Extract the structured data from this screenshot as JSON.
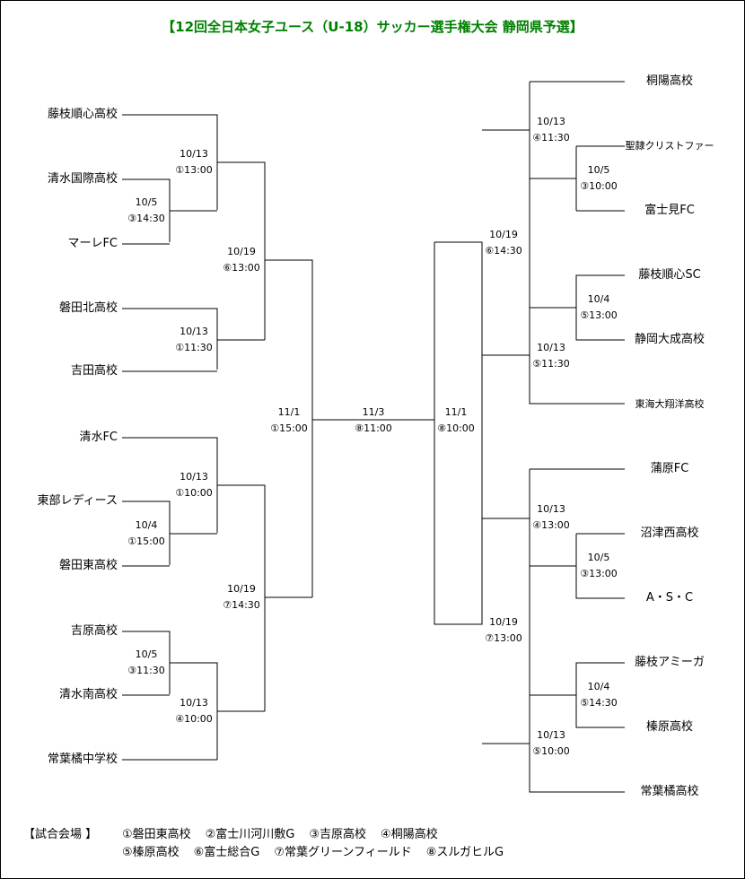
{
  "title": "【12回全日本女子ユース（U-18）サッカー選手権大会 静岡県予選】",
  "left_teams": [
    "藤枝順心高校",
    "清水国際高校",
    "マーレFC",
    "磐田北高校",
    "吉田高校",
    "清水FC",
    "東部レディース",
    "磐田東高校",
    "吉原高校",
    "清水南高校",
    "常葉橘中学校"
  ],
  "right_teams": [
    "桐陽高校",
    "聖隷クリストファー",
    "富士見FC",
    "藤枝順心SC",
    "静岡大成高校",
    "東海大翔洋高校",
    "蒲原FC",
    "沼津西高校",
    "A・S・C",
    "藤枝アミーガ",
    "榛原高校",
    "常葉橘高校"
  ],
  "matches": {
    "L1": {
      "date": "10/13",
      "time": "①13:00"
    },
    "L2": {
      "date": "10/5",
      "time": "③14:30"
    },
    "L3": {
      "date": "10/19",
      "time": "⑥13:00"
    },
    "L4": {
      "date": "10/13",
      "time": "①11:30"
    },
    "L5": {
      "date": "10/13",
      "time": "①10:00"
    },
    "L6": {
      "date": "10/4",
      "time": "①15:00"
    },
    "L7": {
      "date": "10/19",
      "time": "⑦14:30"
    },
    "L8": {
      "date": "10/5",
      "time": "③11:30"
    },
    "L9": {
      "date": "10/13",
      "time": "④10:00"
    },
    "LSF": {
      "date": "11/1",
      "time": "①15:00"
    },
    "F": {
      "date": "11/3",
      "time": "⑧11:00"
    },
    "RSF": {
      "date": "11/1",
      "time": "⑧10:00"
    },
    "R1": {
      "date": "10/13",
      "time": "④11:30"
    },
    "R2": {
      "date": "10/5",
      "time": "③10:00"
    },
    "R3": {
      "date": "10/19",
      "time": "⑥14:30"
    },
    "R4": {
      "date": "10/4",
      "time": "⑤13:00"
    },
    "R5": {
      "date": "10/13",
      "time": "⑤11:30"
    },
    "R6": {
      "date": "10/13",
      "time": "④13:00"
    },
    "R7": {
      "date": "10/5",
      "time": "③13:00"
    },
    "R8": {
      "date": "10/19",
      "time": "⑦13:00"
    },
    "R9": {
      "date": "10/4",
      "time": "⑤14:30"
    },
    "R10": {
      "date": "10/13",
      "time": "⑤10:00"
    }
  },
  "venues": {
    "label": "【試合会場 】",
    "row1": [
      "①磐田東高校",
      "②富士川河川敷G",
      "③吉原高校",
      "④桐陽高校"
    ],
    "row2": [
      "⑤榛原高校",
      "⑥富士総合G",
      "⑦常葉グリーンフィールド",
      "⑧スルガヒルG"
    ]
  }
}
